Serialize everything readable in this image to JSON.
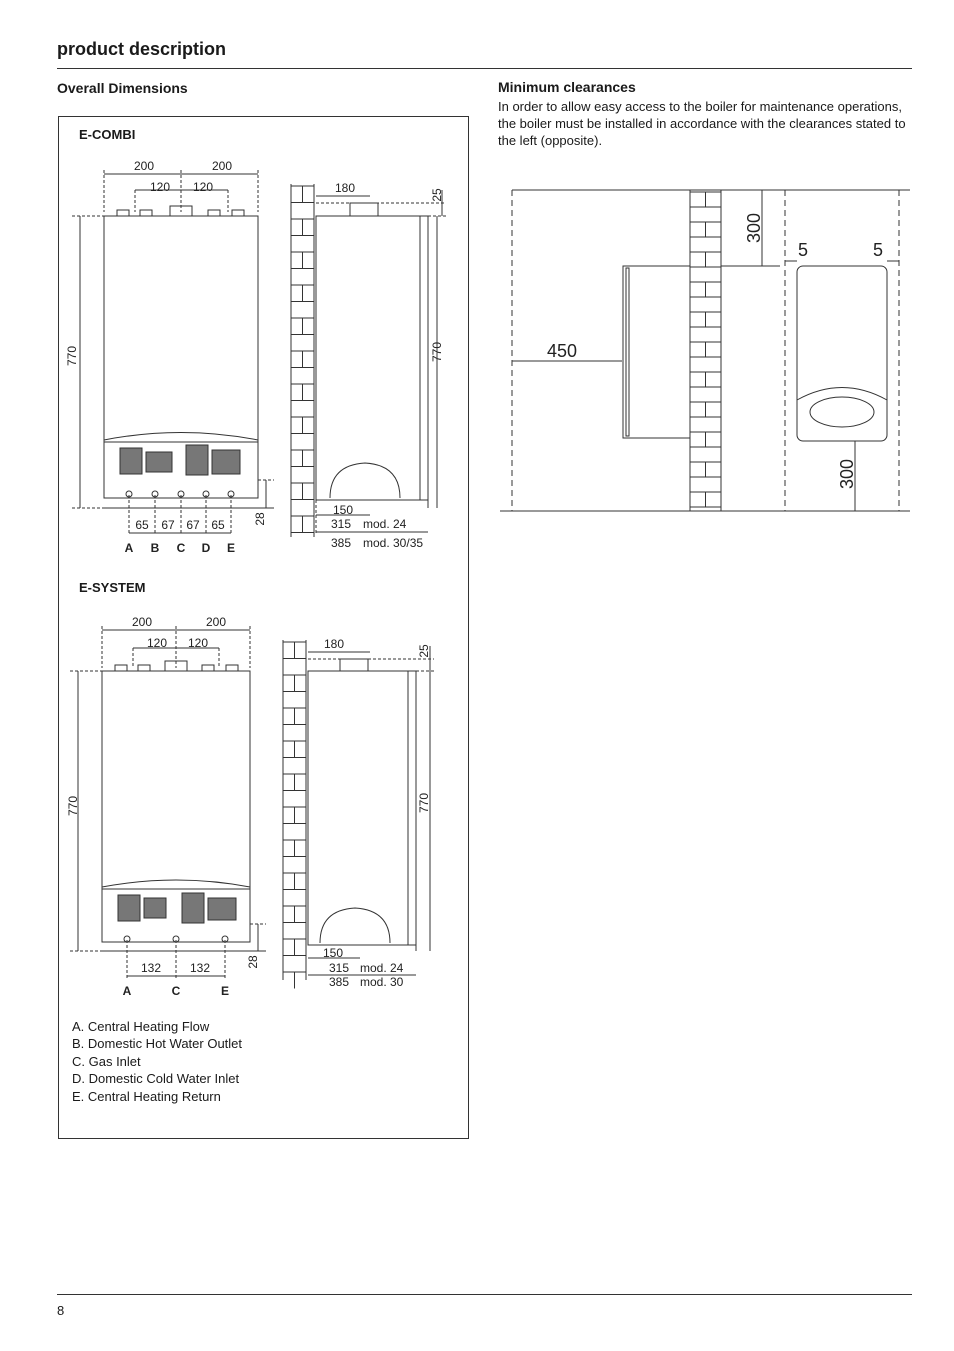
{
  "header": {
    "title": "product description"
  },
  "left": {
    "title": "Overall Dimensions",
    "combi": {
      "label": "E-COMBI",
      "dims": {
        "w1": "200",
        "w2": "200",
        "c1": "120",
        "c2": "120",
        "height": "770",
        "gap": "28",
        "p1": "65",
        "p2": "67",
        "p3": "67",
        "p4": "65"
      },
      "connectors": [
        "A",
        "B",
        "C",
        "D",
        "E"
      ],
      "side": {
        "top": "180",
        "topgap": "25",
        "height": "770",
        "d1": "150",
        "d2": "315",
        "d2mod": "mod. 24",
        "d3": "385",
        "d3mod": "mod. 30/35"
      }
    },
    "system": {
      "label": "E-SYSTEM",
      "dims": {
        "w1": "200",
        "w2": "200",
        "c1": "120",
        "c2": "120",
        "height": "770",
        "gap": "28",
        "p1": "132",
        "p2": "132"
      },
      "connectors": [
        "A",
        "C",
        "E"
      ],
      "side": {
        "top": "180",
        "topgap": "25",
        "height": "770",
        "d1": "150",
        "d2": "315",
        "d2mod": "mod. 24",
        "d3": "385",
        "d3mod": "mod. 30"
      }
    },
    "legend": [
      "A. Central Heating Flow",
      "B. Domestic Hot Water Outlet",
      "C. Gas Inlet",
      "D. Domestic Cold Water Inlet",
      "E. Central Heating Return"
    ]
  },
  "right": {
    "title": "Minimum clearances",
    "text": "In order to allow easy access to the boiler for maintenance operations, the boiler must be installed in accordance with the clearances stated to the left (opposite).",
    "clearances": {
      "side": "450",
      "top": "300",
      "left": "5",
      "right": "5",
      "bottom": "300"
    }
  },
  "footer": {
    "page": "8"
  }
}
